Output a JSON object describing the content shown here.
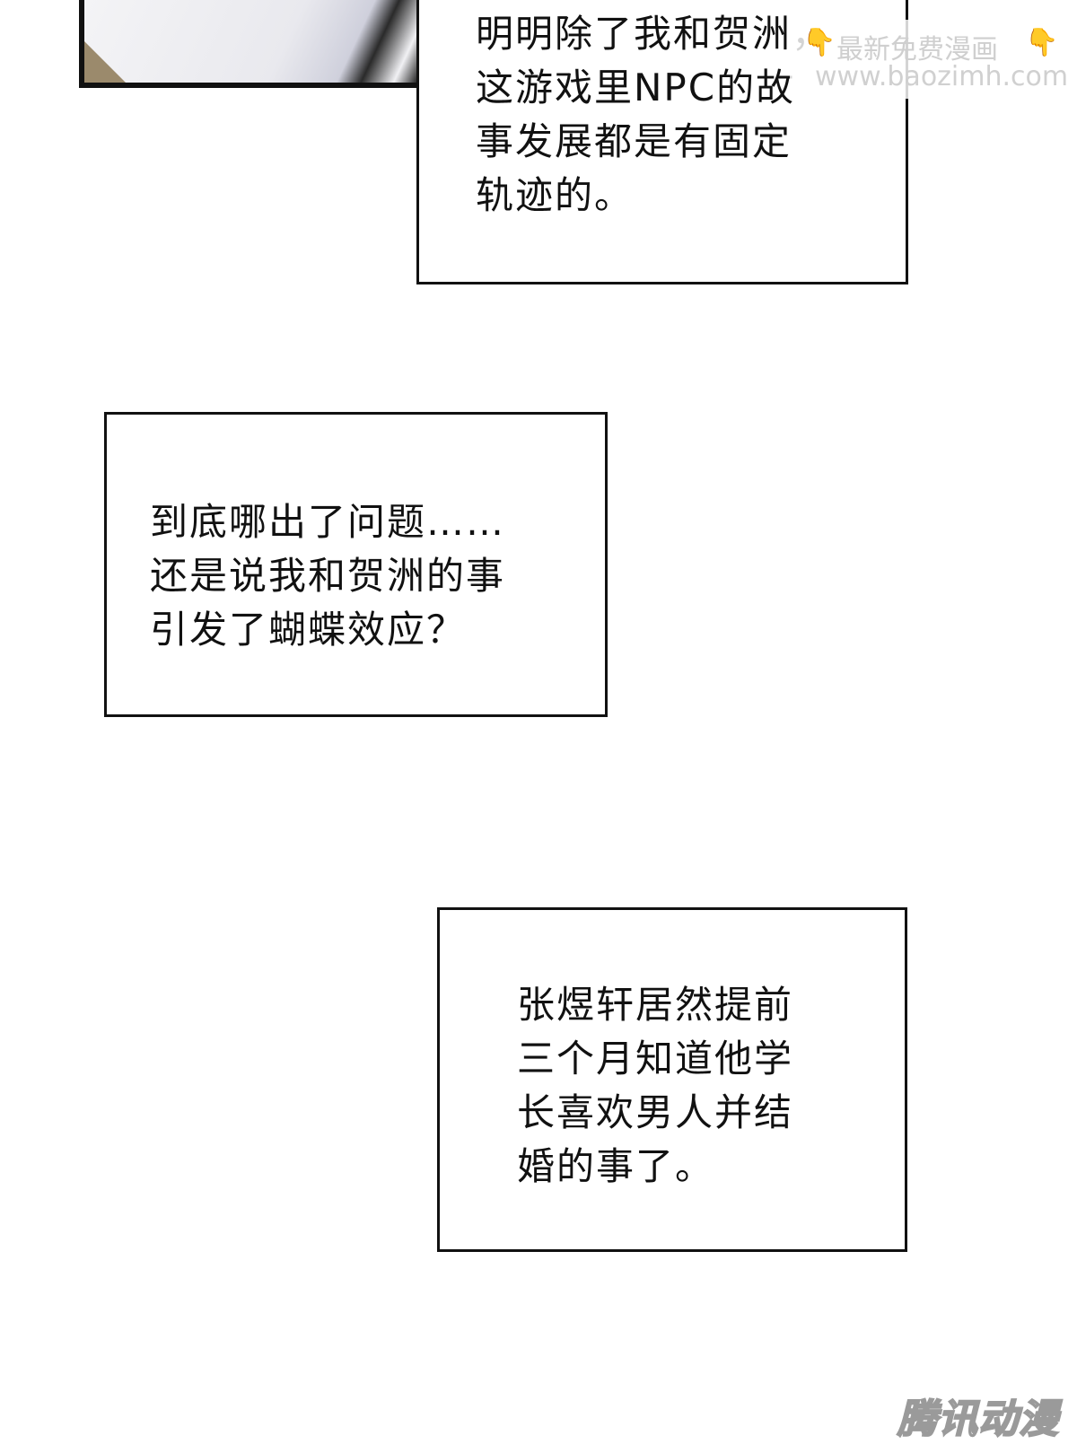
{
  "captions": [
    {
      "text": "明明除了我和贺洲，\n这游戏里NPC的故\n事发展都是有固定\n轨迹的。"
    },
    {
      "text": "到底哪出了问题……\n还是说我和贺洲的事\n引发了蝴蝶效应？"
    },
    {
      "text": "张煜轩居然提前\n三个月知道他学\n长喜欢男人并结\n婚的事了。"
    }
  ],
  "watermark_top": {
    "label": "最新免费漫画",
    "url": "www.baozimh.com",
    "icon": "pointing-down-hand-icon"
  },
  "watermark_bottom": {
    "label": "腾讯动漫"
  },
  "colors": {
    "border": "#111111",
    "background": "#ffffff",
    "hand_icon": "#f5b800"
  }
}
